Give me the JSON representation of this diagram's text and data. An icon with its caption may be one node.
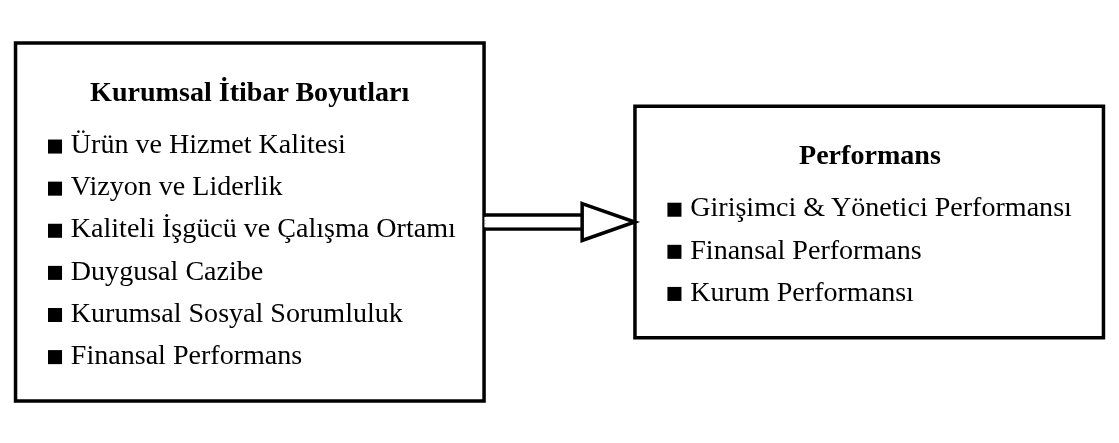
{
  "diagram": {
    "nodes": [
      {
        "text": [
          "Kurumsal İtibar Boyutları",
          "Ürün ve Hizmet Kalitesi",
          "Vizyon ve Liderlik",
          "Kaliteli İşgücü ve Çalışma Ortamı",
          "Duygusal Cazibe",
          "Kurumsal Sosyal Sorumluluk",
          "Finansal Performans"
        ]
      },
      {
        "text": [
          "Performans",
          "Girişimci & Yönetici Performansı",
          "Finansal Performans",
          "Kurum Performansı"
        ]
      }
    ],
    "edges": [
      {
        "from": 0,
        "to": 1,
        "arrow": "to"
      }
    ]
  }
}
